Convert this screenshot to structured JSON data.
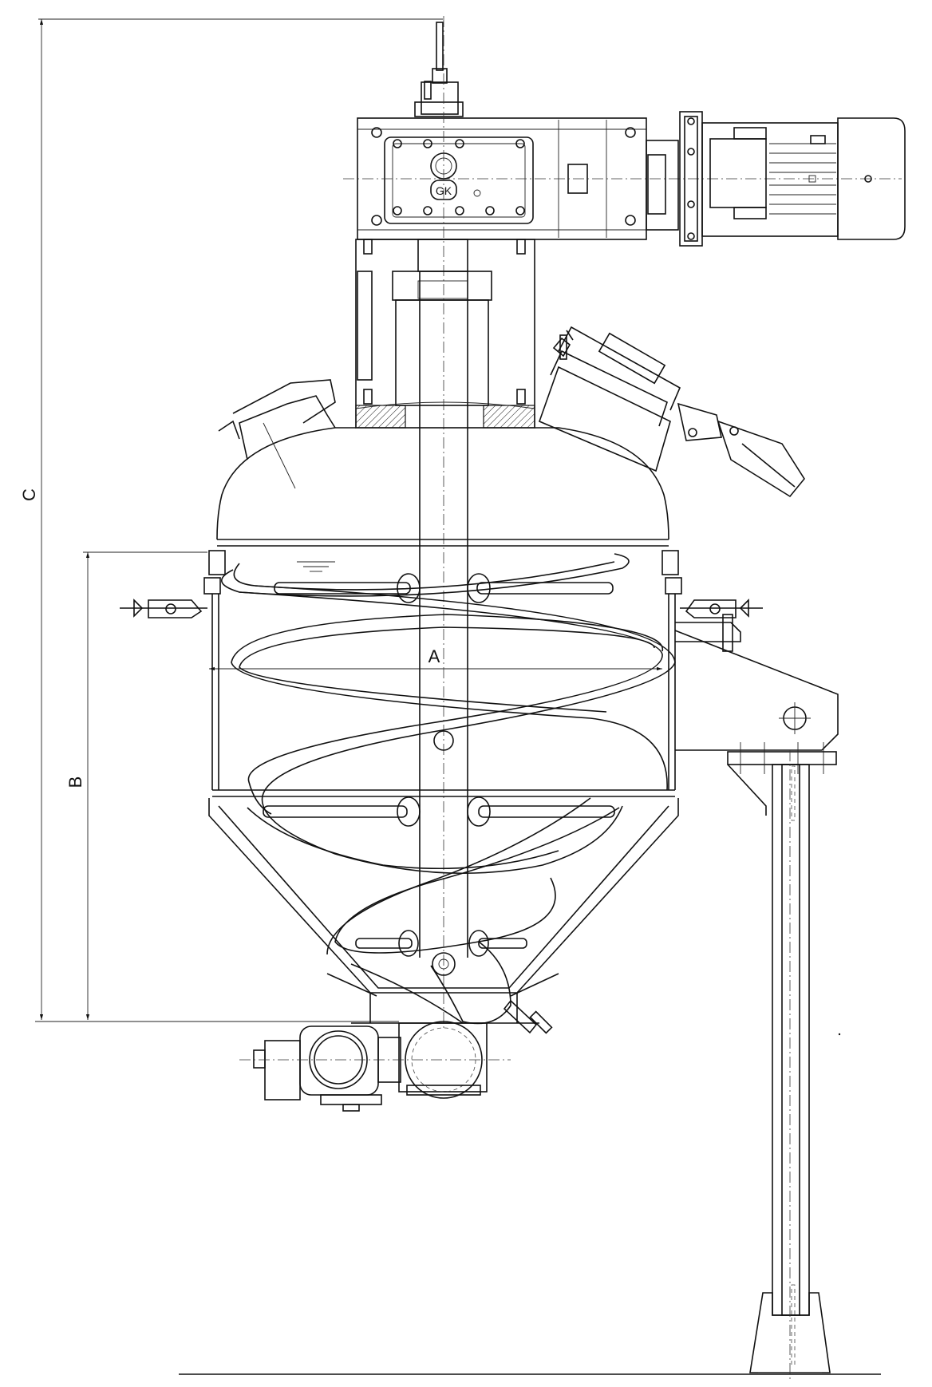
{
  "drawing": {
    "dimension_labels": {
      "a": "A",
      "b": "B",
      "c": "C"
    },
    "logo_text": "GK"
  }
}
